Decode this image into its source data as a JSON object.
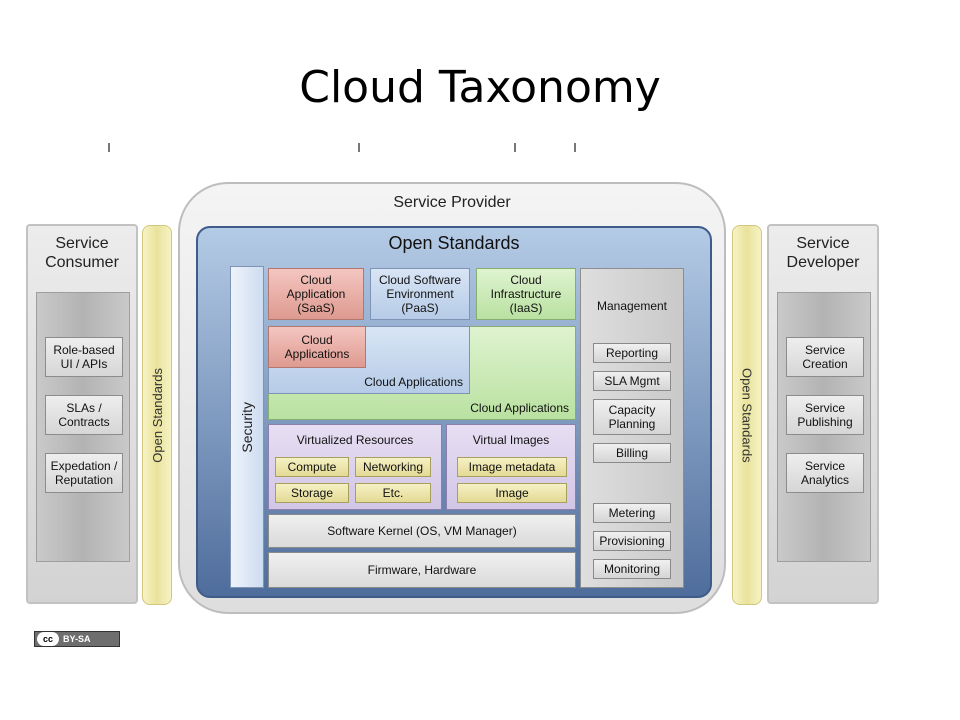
{
  "slide": {
    "title": "Cloud Taxonomy"
  },
  "service_consumer": {
    "title": "Service Consumer",
    "items": [
      "Role-based UI / APIs",
      "SLAs / Contracts",
      "Expedation / Reputation"
    ]
  },
  "service_developer": {
    "title": "Service Developer",
    "items": [
      "Service Creation",
      "Service Publishing",
      "Service Analytics"
    ]
  },
  "open_standards_left": "Open Standards",
  "open_standards_right": "Open Standards",
  "service_provider": {
    "title": "Service Provider",
    "open_standards_title": "Open Standards",
    "security": "Security",
    "saas": "Cloud Application (SaaS)",
    "paas": "Cloud Software Environment (PaaS)",
    "iaas": "Cloud Infrastructure (IaaS)",
    "cloud_applications_red": "Cloud Applications",
    "cloud_applications_blue": "Cloud Applications",
    "cloud_applications_green": "Cloud Applications",
    "virtualized_resources": {
      "title": "Virtualized Resources",
      "items": [
        "Compute",
        "Networking",
        "Storage",
        "Etc."
      ]
    },
    "virtual_images": {
      "title": "Virtual Images",
      "items": [
        "Image metadata",
        "Image"
      ]
    },
    "software_kernel": "Software Kernel (OS, VM Manager)",
    "firmware": "Firmware, Hardware",
    "management": {
      "title": "Management",
      "items": [
        "Reporting",
        "SLA Mgmt",
        "Capacity Planning",
        "Billing"
      ],
      "bottom_items": [
        "Metering",
        "Provisioning",
        "Monitoring"
      ]
    }
  },
  "license_badge": {
    "icon_text": "cc",
    "label": "BY-SA"
  }
}
